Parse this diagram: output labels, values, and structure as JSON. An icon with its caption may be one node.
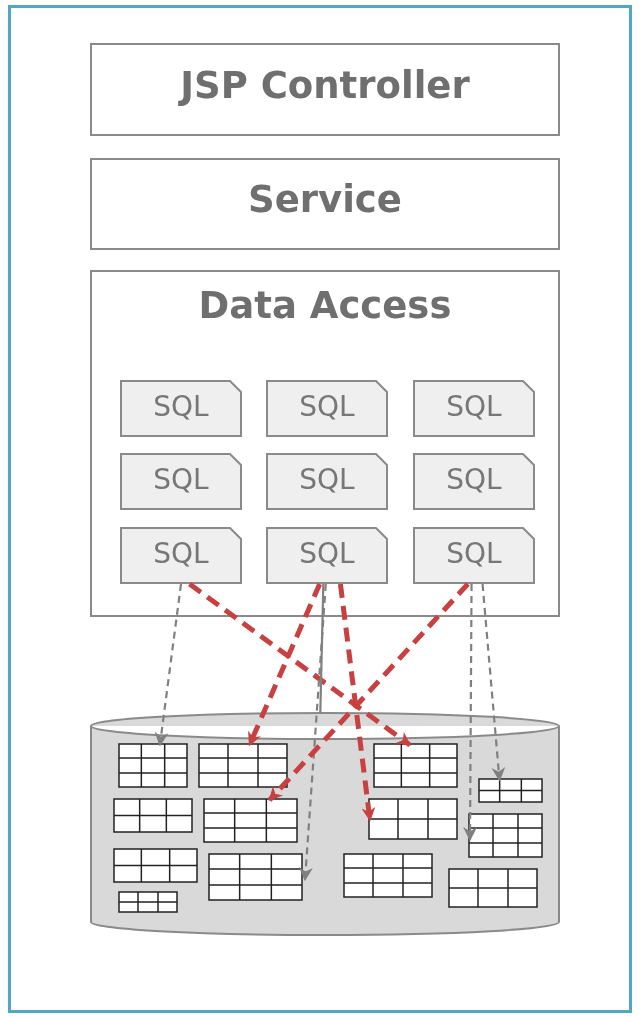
{
  "diagram": {
    "nodes": [
      {
        "text": [
          "JSP Controller"
        ]
      },
      {
        "text": [
          "Service"
        ]
      },
      {
        "text": [
          "Data Access"
        ]
      },
      {
        "text": [
          "SQL"
        ],
        "in": 2
      },
      {
        "text": [
          "SQL"
        ],
        "in": 2
      },
      {
        "text": [
          "SQL"
        ],
        "in": 2
      },
      {
        "text": [
          "SQL"
        ],
        "in": 2
      },
      {
        "text": [
          "SQL"
        ],
        "in": 2
      },
      {
        "text": [
          "SQL"
        ],
        "in": 2
      },
      {
        "text": [
          "SQL"
        ],
        "in": 2
      },
      {
        "text": [
          "SQL"
        ],
        "in": 2
      },
      {
        "text": [
          "SQL"
        ],
        "in": 2
      },
      {
        "text": [],
        "shape": "cylinder"
      },
      {
        "text": [],
        "shape": "table",
        "in": 12
      },
      {
        "text": [],
        "shape": "table",
        "in": 12
      },
      {
        "text": [],
        "shape": "table",
        "in": 12
      },
      {
        "text": [],
        "shape": "table",
        "in": 12
      },
      {
        "text": [],
        "shape": "table",
        "in": 12
      },
      {
        "text": [],
        "shape": "table",
        "in": 12
      },
      {
        "text": [],
        "shape": "table",
        "in": 12
      },
      {
        "text": [],
        "shape": "table",
        "in": 12
      },
      {
        "text": [],
        "shape": "table",
        "in": 12
      },
      {
        "text": [],
        "shape": "table",
        "in": 12
      },
      {
        "text": [],
        "shape": "table",
        "in": 12
      },
      {
        "text": [],
        "shape": "table",
        "in": 12
      },
      {
        "text": [],
        "shape": "table",
        "in": 12
      }
    ],
    "edges": [
      {
        "from": 9,
        "to": 13,
        "arrow": "to",
        "style": "dashed"
      },
      {
        "from": 9,
        "to": 20,
        "arrow": "to",
        "style": "dashed",
        "color": "#c94040"
      },
      {
        "from": 10,
        "to": 14,
        "arrow": "to",
        "style": "dashed",
        "color": "#c94040"
      },
      {
        "from": 10,
        "to": 19,
        "arrow": "to",
        "style": "dashed"
      },
      {
        "from": 10,
        "to": 21,
        "arrow": "to",
        "style": "dashed",
        "color": "#c94040"
      },
      {
        "from": 11,
        "to": 16,
        "arrow": "to",
        "style": "dashed",
        "color": "#c94040"
      },
      {
        "from": 11,
        "to": 22,
        "arrow": "to",
        "style": "dashed"
      },
      {
        "from": 11,
        "to": 24,
        "arrow": "to",
        "style": "dashed"
      },
      {
        "from": 10,
        "to": 12,
        "arrow": "none"
      }
    ]
  }
}
